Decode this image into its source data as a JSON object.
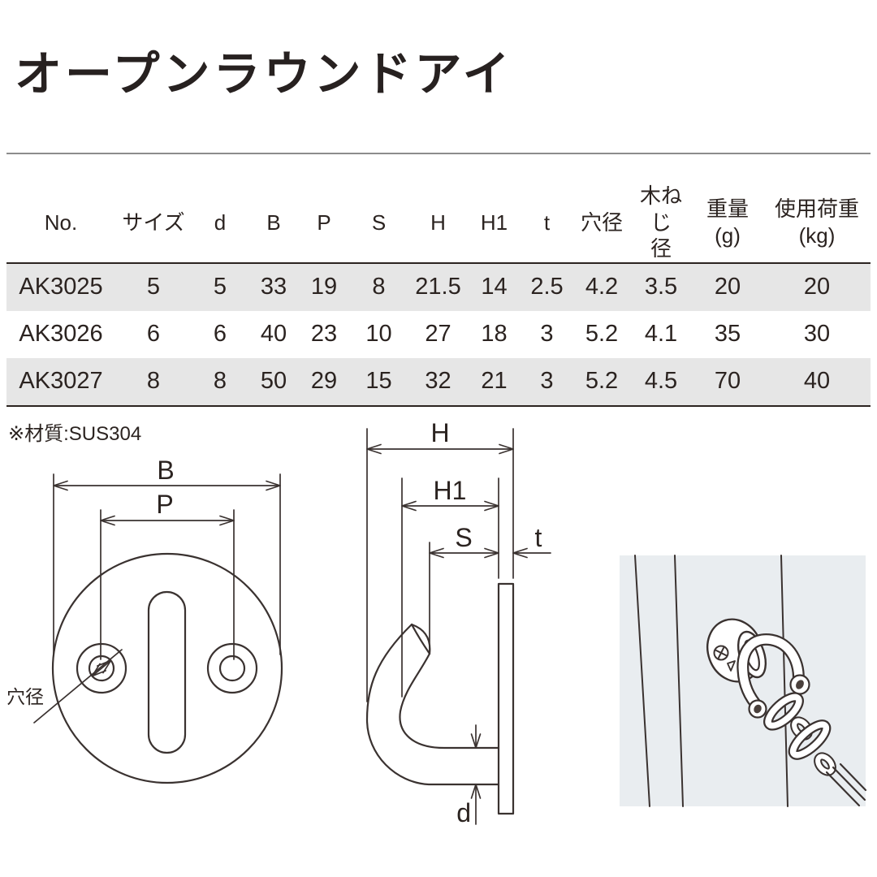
{
  "page": {
    "title": "オープンラウンドアイ",
    "material_note": "※材質:SUS304"
  },
  "table": {
    "headers": [
      {
        "line1": "No.",
        "line2": ""
      },
      {
        "line1": "サイズ",
        "line2": ""
      },
      {
        "line1": "d",
        "line2": ""
      },
      {
        "line1": "B",
        "line2": ""
      },
      {
        "line1": "P",
        "line2": ""
      },
      {
        "line1": "S",
        "line2": ""
      },
      {
        "line1": "H",
        "line2": ""
      },
      {
        "line1": "H1",
        "line2": ""
      },
      {
        "line1": "t",
        "line2": ""
      },
      {
        "line1": "穴径",
        "line2": ""
      },
      {
        "line1": "木ねじ",
        "line2": "径"
      },
      {
        "line1": "重量",
        "line2": "(g)"
      },
      {
        "line1": "使用荷重",
        "line2": "(kg)"
      }
    ],
    "rows": [
      {
        "no": "AK3025",
        "size": "5",
        "d": "5",
        "b": "33",
        "p": "19",
        "s": "8",
        "h": "21.5",
        "h1": "14",
        "t": "2.5",
        "hole": "4.2",
        "screw": "3.5",
        "weight": "20",
        "load": "20"
      },
      {
        "no": "AK3026",
        "size": "6",
        "d": "6",
        "b": "40",
        "p": "23",
        "s": "10",
        "h": "27",
        "h1": "18",
        "t": "3",
        "hole": "5.2",
        "screw": "4.1",
        "weight": "35",
        "load": "30"
      },
      {
        "no": "AK3027",
        "size": "8",
        "d": "8",
        "b": "50",
        "p": "29",
        "s": "15",
        "h": "32",
        "h1": "21",
        "t": "3",
        "hole": "5.2",
        "screw": "4.5",
        "weight": "70",
        "load": "40"
      }
    ]
  },
  "diagrams": {
    "front_view": {
      "labels": {
        "b": "B",
        "p": "P",
        "hole": "穴径"
      }
    },
    "side_view": {
      "labels": {
        "h": "H",
        "h1": "H1",
        "s": "S",
        "t": "t",
        "d": "d"
      }
    }
  },
  "colors": {
    "line": "#3a3230",
    "text": "#2b2320",
    "row_shade": "#e6e6e6",
    "illustration_bg": "#e9edf0",
    "separator": "#8c8c8c"
  }
}
